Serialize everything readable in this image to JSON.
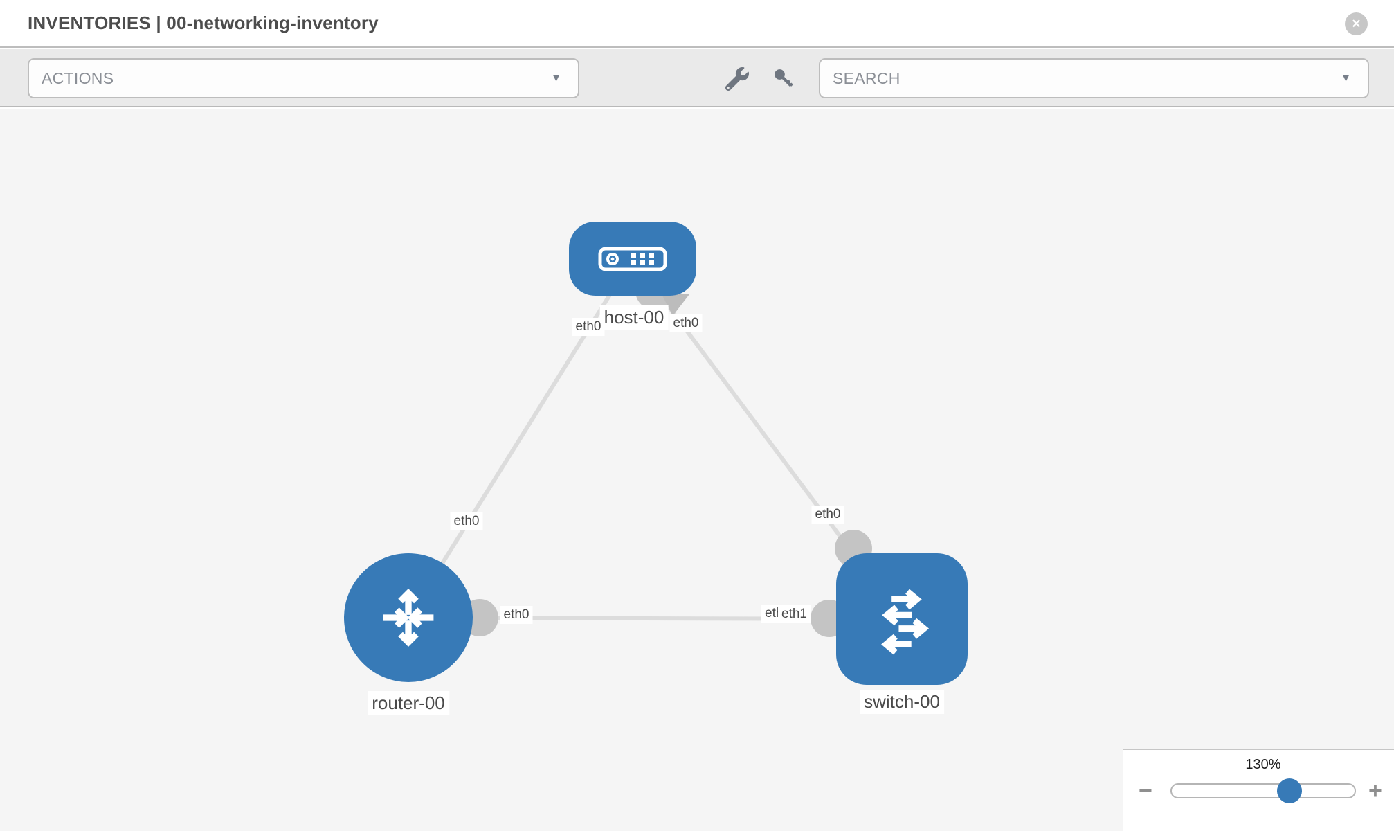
{
  "header": {
    "title": "INVENTORIES | 00-networking-inventory",
    "close_glyph": "✕"
  },
  "toolbar": {
    "actions_label": "ACTIONS",
    "search_placeholder": "SEARCH",
    "caret_glyph": "▼",
    "wrench_icon": "wrench",
    "key_icon": "key"
  },
  "graph": {
    "nodes": [
      {
        "id": "host-00",
        "label": "host-00",
        "type": "host",
        "icon": "server-icon"
      },
      {
        "id": "router-00",
        "label": "router-00",
        "type": "router",
        "icon": "router-arrows-icon"
      },
      {
        "id": "switch-00",
        "label": "switch-00",
        "type": "switch",
        "icon": "switch-arrows-icon"
      }
    ],
    "links": [
      {
        "source": "host-00",
        "target": "router-00",
        "source_interface": "eth0",
        "target_interface": "eth0"
      },
      {
        "source": "host-00",
        "target": "switch-00",
        "source_interface": "eth0",
        "target_interface": "eth0"
      },
      {
        "source": "router-00",
        "target": "switch-00",
        "source_interface": "eth0",
        "target_interface": "eth1",
        "overlapped_label": "eth0"
      }
    ]
  },
  "zoom_control": {
    "level": "130%",
    "minus_label": "−",
    "plus_label": "+",
    "slider_position_percent": 64.5
  },
  "colors": {
    "node_blue": "#377ab7",
    "link_gray": "#dcdcdc",
    "interface_gray": "#c4c4c4",
    "toolbar_bg": "#eaeaea",
    "canvas_bg": "#f5f5f5"
  }
}
